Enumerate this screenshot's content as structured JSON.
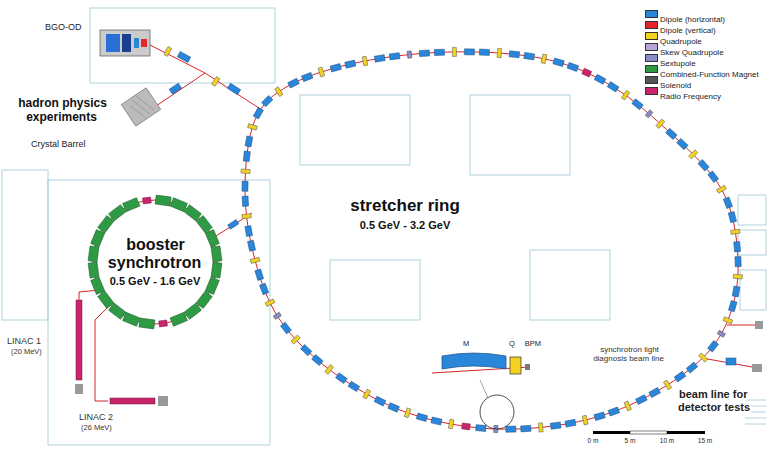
{
  "diagram": {
    "labels": [
      "BGO-OD",
      "hadron physics experiments",
      "Crystal Barrel",
      "booster synchrotron",
      "0.5 GeV - 1.6 GeV",
      "stretcher ring",
      "0.5 GeV - 3.2 GeV",
      "LINAC 1",
      "(20 MeV)",
      "LINAC 2",
      "(26 MeV)",
      "M",
      "Q",
      "BPM",
      "synchrotron light diagnosis beam line",
      "beam line for detector tests",
      "0 m",
      "5 m",
      "10 m",
      "15 m"
    ],
    "legend": [
      {
        "text": "Dipole (horizontal)",
        "color": "#2a86d8"
      },
      {
        "text": "Dipole (vertical)",
        "color": "#e3262b"
      },
      {
        "text": "Quadrupole",
        "color": "#f3d221"
      },
      {
        "text": "Skew Quadrupole",
        "color": "#b9a5d6"
      },
      {
        "text": "Sextupole",
        "color": "#8a8cc8"
      },
      {
        "text": "Combined-Function Magnet",
        "color": "#2e9a44"
      },
      {
        "text": "Solenoid",
        "color": "#555555"
      },
      {
        "text": "Radio Frequency",
        "color": "#c8256a"
      }
    ]
  }
}
